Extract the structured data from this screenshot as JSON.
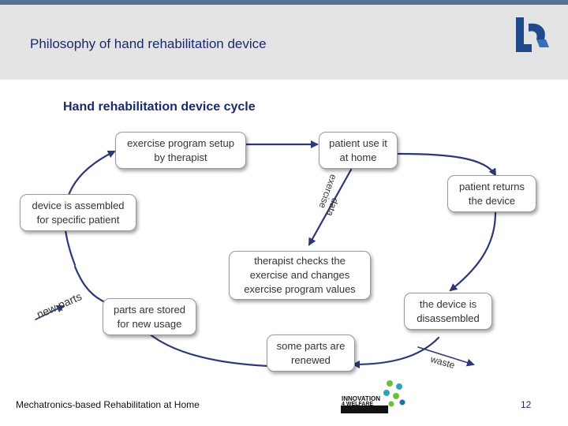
{
  "header": {
    "title": "Philosophy of hand rehabilitation device"
  },
  "diagram": {
    "subtitle": "Hand rehabilitation device cycle",
    "nodes": {
      "setup": "exercise program setup\nby therapist",
      "home": "patient use it\nat  home",
      "returns": "patient returns\nthe device",
      "assembled": "device is assembled\nfor specific patient",
      "checks": "therapist checks the\nexercise and changes\nexercise program values",
      "disassembled": "the device is\ndisassembled",
      "stored": "parts are stored\nfor new usage",
      "renewed": "some parts are\nrenewed"
    },
    "labels": {
      "exercise_data_1": "exercise",
      "exercise_data_2": "data",
      "new_parts": "new parts",
      "waste": "waste"
    }
  },
  "footer": {
    "text": "Mechatronics-based Rehabilitation at Home",
    "page_number": "12",
    "partner_logo_line1": "INNOVATION",
    "partner_logo_line2": "4 WELFARE"
  },
  "colors": {
    "title": "#1b2a6b",
    "arrow": "#2e3877",
    "header_bg": "#e4e4e4",
    "topbar": "#5a6f95",
    "logo": "#1f4a8c"
  },
  "icons": {
    "brand_logo": "university-logo-icon",
    "partner_logo": "innovation-4-welfare-logo"
  }
}
